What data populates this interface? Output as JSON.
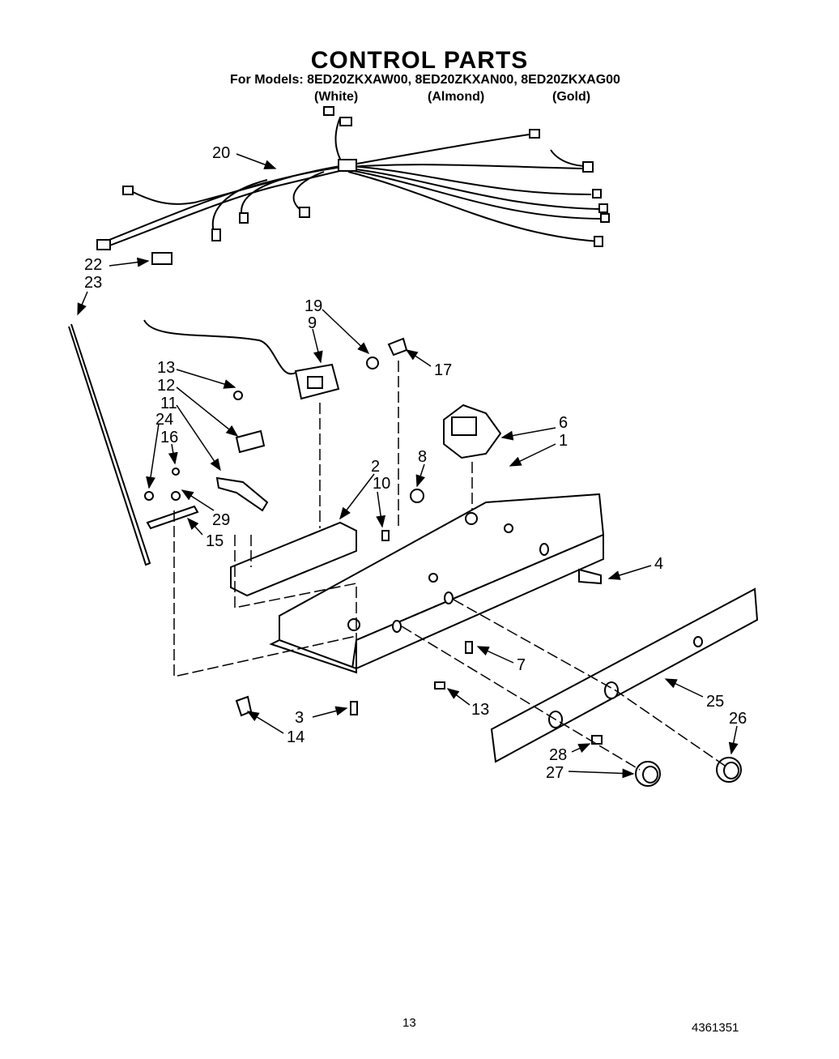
{
  "header": {
    "title": "CONTROL PARTS",
    "models_line": "For Models: 8ED20ZKXAW00, 8ED20ZKXAN00, 8ED20ZKXAG00",
    "colors": [
      "(White)",
      "(Almond)",
      "(Gold)"
    ]
  },
  "callouts": [
    "20",
    "22",
    "23",
    "19",
    "9",
    "17",
    "13",
    "12",
    "11",
    "24",
    "16",
    "6",
    "1",
    "2",
    "10",
    "8",
    "29",
    "15",
    "4",
    "7",
    "13",
    "3",
    "14",
    "25",
    "26",
    "28",
    "27"
  ],
  "footer": {
    "page_number": "13",
    "part_number": "4361351"
  }
}
